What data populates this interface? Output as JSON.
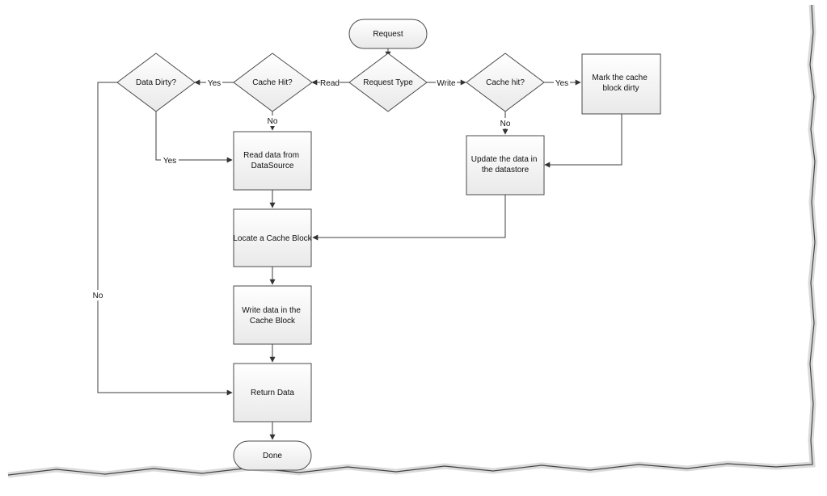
{
  "diagram": {
    "colors": {
      "background": "#ffffff",
      "shape_fill_top": "#ffffff",
      "shape_fill_bottom": "#e9e9e9",
      "stroke": "#4a4a4a",
      "paper_shadow": "#b0b0b0"
    },
    "nodes": {
      "request": {
        "label": [
          "Request"
        ]
      },
      "request_type": {
        "label": [
          "Request Type"
        ]
      },
      "cache_hit_read": {
        "label": [
          "Cache Hit?"
        ]
      },
      "data_dirty": {
        "label": [
          "Data Dirty?"
        ]
      },
      "cache_hit_write": {
        "label": [
          "Cache hit?"
        ]
      },
      "mark_dirty": {
        "label": [
          "Mark the cache",
          "block dirty"
        ]
      },
      "update_datastore": {
        "label": [
          "Update the data in",
          "the datastore"
        ]
      },
      "read_datasource": {
        "label": [
          "Read data from",
          "DataSource"
        ]
      },
      "locate_block": {
        "label": [
          "Locate a Cache Block"
        ]
      },
      "write_block": {
        "label": [
          "Write data in the",
          "Cache Block"
        ]
      },
      "return_data": {
        "label": [
          "Return Data"
        ]
      },
      "done": {
        "label": [
          "Done"
        ]
      }
    },
    "edge_labels": {
      "read": "Read",
      "write": "Write",
      "yes_read_hit": "Yes",
      "yes_dirty": "Yes",
      "no_read_hit": "No",
      "no_write_hit": "No",
      "yes_write_hit": "Yes",
      "no_dirty": "No"
    }
  }
}
